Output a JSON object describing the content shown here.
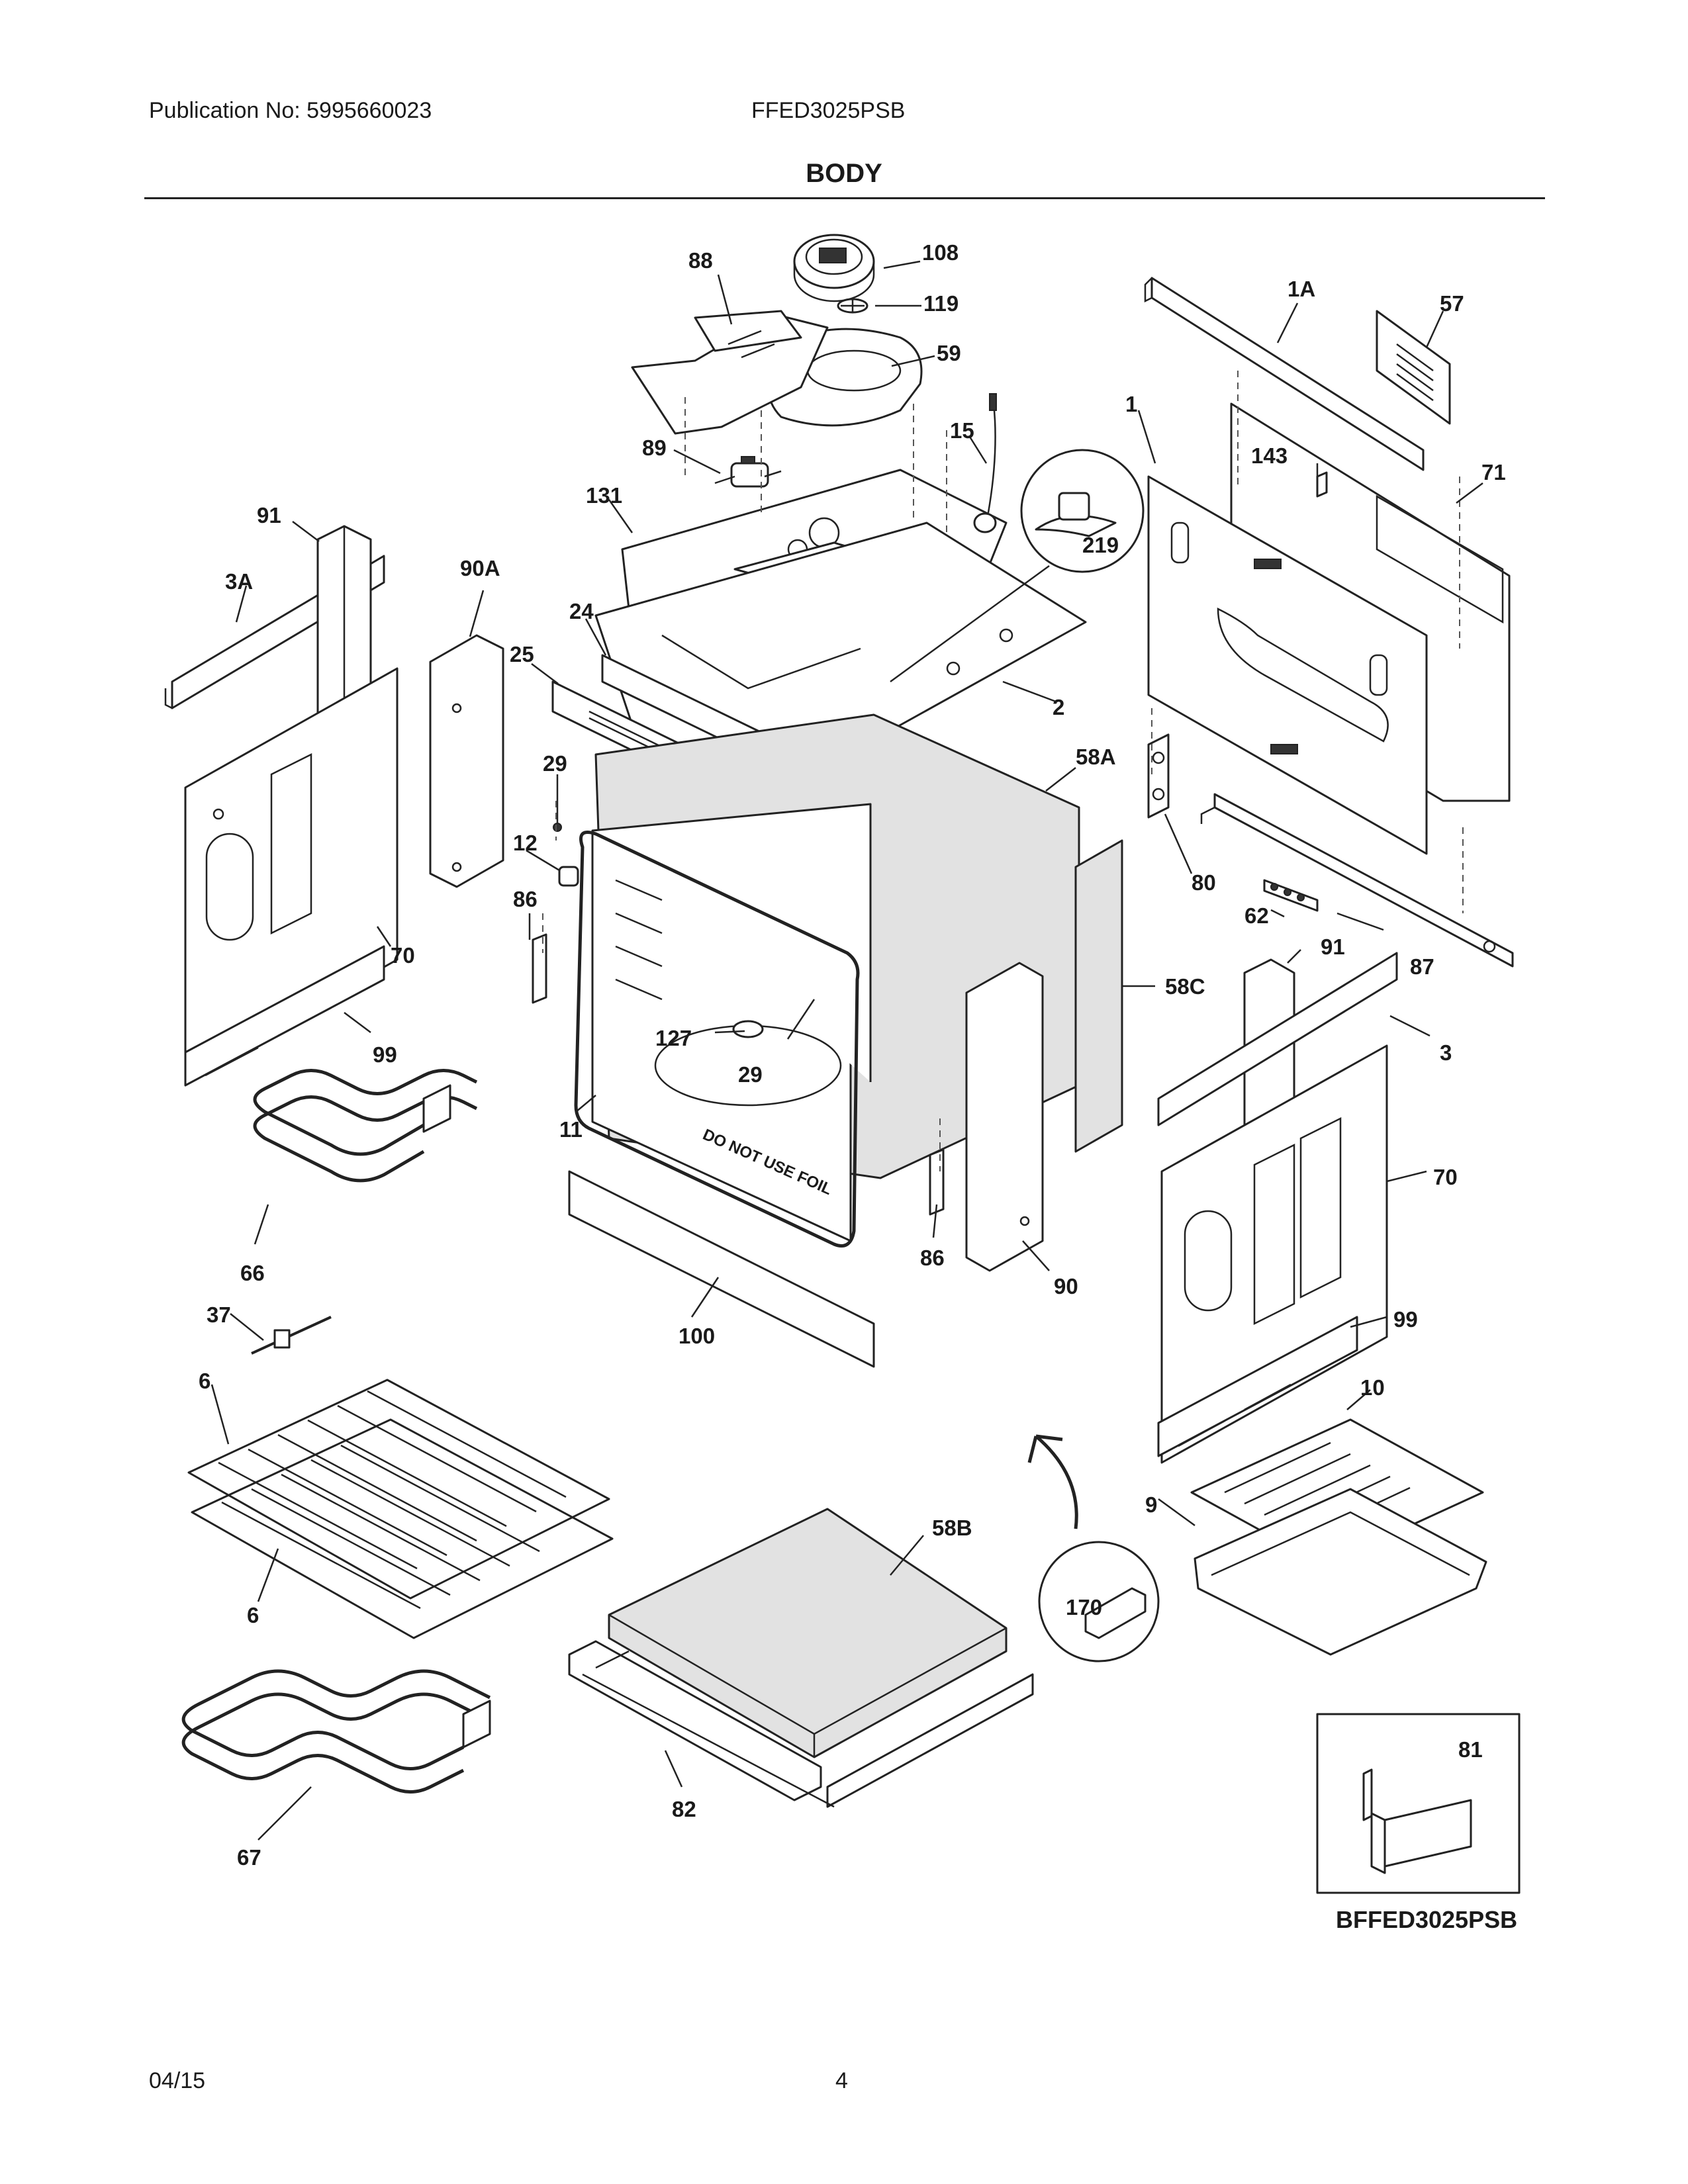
{
  "header": {
    "publication": "Publication No: 5995660023",
    "model": "FFED3025PSB",
    "title": "BODY"
  },
  "diagram": {
    "part_labels": {
      "p88": "88",
      "p108": "108",
      "p119": "119",
      "p59": "59",
      "p1A": "1A",
      "p57": "57",
      "p1": "1",
      "p15": "15",
      "p89": "89",
      "p143": "143",
      "p71": "71",
      "p219": "219",
      "p131": "131",
      "p91a": "91",
      "p3A": "3A",
      "p90A": "90A",
      "p24": "24",
      "p25": "25",
      "p2": "2",
      "p29a": "29",
      "p58A": "58A",
      "p12": "12",
      "p80": "80",
      "p86a": "86",
      "p70a": "70",
      "p62": "62",
      "p91b": "91",
      "p87": "87",
      "p58C": "58C",
      "p127": "127",
      "p29b": "29",
      "p99a": "99",
      "p3": "3",
      "p11": "11",
      "p70b": "70",
      "p66": "66",
      "p86b": "86",
      "p90": "90",
      "p37": "37",
      "p100": "100",
      "p99b": "99",
      "p6a": "6",
      "p10": "10",
      "p9": "9",
      "p58B": "58B",
      "p6b": "6",
      "p170": "170",
      "p81": "81",
      "p82": "82",
      "p67": "67"
    },
    "oven_cavity_text": "DO NOT USE FOIL",
    "inset_id": "BFFED3025PSB"
  },
  "footer": {
    "date": "04/15",
    "page": "4"
  }
}
